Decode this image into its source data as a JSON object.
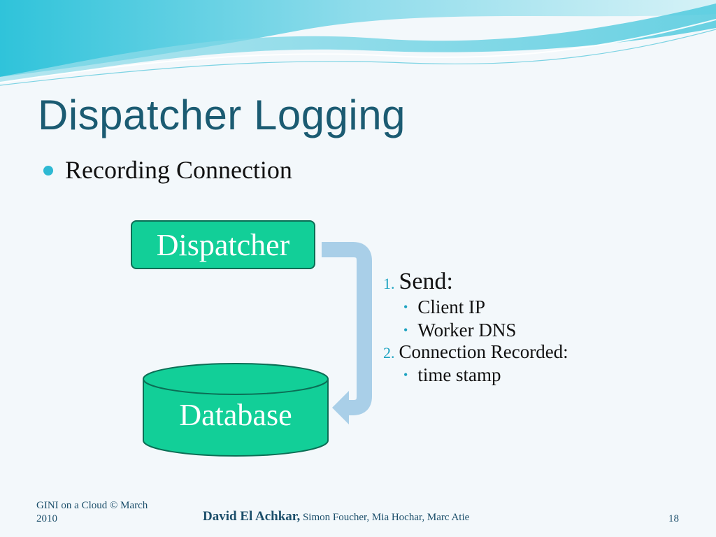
{
  "slide": {
    "title": "Dispatcher Logging",
    "bullet": "Recording Connection",
    "diagram": {
      "dispatcher_label": "Dispatcher",
      "database_label": "Database"
    },
    "steps": [
      {
        "number": "1.",
        "text": "Send:",
        "subitems": [
          "Client IP",
          "Worker DNS"
        ]
      },
      {
        "number": "2.",
        "text": "Connection Recorded:",
        "subitems": [
          "time stamp"
        ]
      }
    ],
    "footer": {
      "left": "GINI on a Cloud © March 2010",
      "author_main": "David El Achkar,",
      "authors_rest": " Simon Foucher, Mia Hochar, Marc Atie",
      "page_number": "18"
    }
  },
  "colors": {
    "title": "#1b5b72",
    "accent": "#2eb9d3",
    "box_fill": "#12cf98",
    "box_border": "#0b6e55",
    "arrow": "#a9cfe8"
  }
}
